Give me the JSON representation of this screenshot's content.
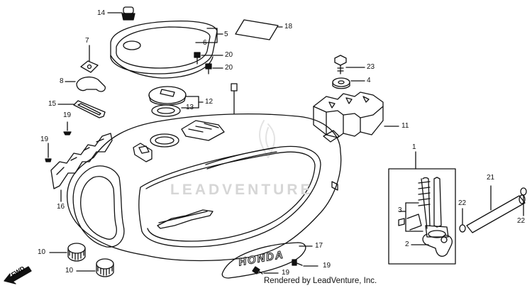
{
  "diagram": {
    "callouts": [
      {
        "id": "c14",
        "label": "14"
      },
      {
        "id": "c5",
        "label": "5"
      },
      {
        "id": "c6",
        "label": "6"
      },
      {
        "id": "c18",
        "label": "18"
      },
      {
        "id": "c7",
        "label": "7"
      },
      {
        "id": "c20a",
        "label": "20"
      },
      {
        "id": "c20b",
        "label": "20"
      },
      {
        "id": "c23",
        "label": "23"
      },
      {
        "id": "c8",
        "label": "8"
      },
      {
        "id": "c4",
        "label": "4"
      },
      {
        "id": "c12",
        "label": "12"
      },
      {
        "id": "c15",
        "label": "15"
      },
      {
        "id": "c13",
        "label": "13"
      },
      {
        "id": "c19a",
        "label": "19"
      },
      {
        "id": "c11",
        "label": "11"
      },
      {
        "id": "c19b",
        "label": "19"
      },
      {
        "id": "c1",
        "label": "1"
      },
      {
        "id": "c21",
        "label": "21"
      },
      {
        "id": "c22a",
        "label": "22"
      },
      {
        "id": "c3",
        "label": "3"
      },
      {
        "id": "c16",
        "label": "16"
      },
      {
        "id": "c22b",
        "label": "22"
      },
      {
        "id": "c2",
        "label": "2"
      },
      {
        "id": "c10a",
        "label": "10"
      },
      {
        "id": "c17",
        "label": "17"
      },
      {
        "id": "c19c",
        "label": "19"
      },
      {
        "id": "c10b",
        "label": "10"
      },
      {
        "id": "c19d",
        "label": "19"
      }
    ],
    "direction_label": "FWD",
    "watermark": "LEADVENTURE",
    "emblem_text": "HONDA",
    "credit": "Rendered by LeadVenture, Inc."
  }
}
